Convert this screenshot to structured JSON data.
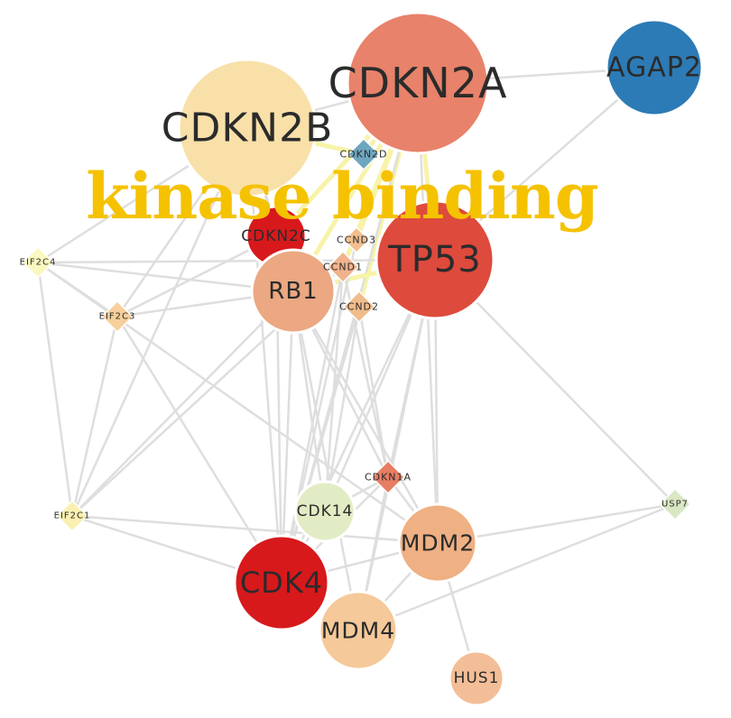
{
  "overlay_title": "kinase binding",
  "colors": {
    "edge": "#dedede",
    "highlight_edge": "#f7f3a8",
    "node_stroke": "#ffffff"
  },
  "nodes": [
    {
      "id": "CDKN2A",
      "label": "CDKN2A",
      "shape": "circle",
      "color": "#e8826a"
    },
    {
      "id": "CDKN2B",
      "label": "CDKN2B",
      "shape": "circle",
      "color": "#f8e0a8"
    },
    {
      "id": "AGAP2",
      "label": "AGAP2",
      "shape": "circle",
      "color": "#2c7bb6"
    },
    {
      "id": "CDKN2D",
      "label": "CDKN2D",
      "shape": "diamond",
      "color": "#6da6bf"
    },
    {
      "id": "CDKN2C",
      "label": "CDKN2C",
      "shape": "circle",
      "color": "#d7191c"
    },
    {
      "id": "TP53",
      "label": "TP53",
      "shape": "circle",
      "color": "#de4a3c"
    },
    {
      "id": "RB1",
      "label": "RB1",
      "shape": "circle",
      "color": "#eba882"
    },
    {
      "id": "CCND3",
      "label": "CCND3",
      "shape": "diamond",
      "color": "#f2c08f"
    },
    {
      "id": "CCND1",
      "label": "CCND1",
      "shape": "diamond",
      "color": "#f0b38d"
    },
    {
      "id": "CCND2",
      "label": "CCND2",
      "shape": "diamond",
      "color": "#f0bc8c"
    },
    {
      "id": "EIF2C4",
      "label": "EIF2C4",
      "shape": "diamond",
      "color": "#fbf7c0"
    },
    {
      "id": "EIF2C3",
      "label": "EIF2C3",
      "shape": "diamond",
      "color": "#f6cf9b"
    },
    {
      "id": "EIF2C1",
      "label": "EIF2C1",
      "shape": "diamond",
      "color": "#fbf0b2"
    },
    {
      "id": "CDKN1A",
      "label": "CDKN1A",
      "shape": "diamond",
      "color": "#e77d63"
    },
    {
      "id": "USP7",
      "label": "USP7",
      "shape": "diamond",
      "color": "#d9e7c5"
    },
    {
      "id": "CDK14",
      "label": "CDK14",
      "shape": "circle",
      "color": "#e2ecc4"
    },
    {
      "id": "MDM2",
      "label": "MDM2",
      "shape": "circle",
      "color": "#efb083"
    },
    {
      "id": "CDK4",
      "label": "CDK4",
      "shape": "circle",
      "color": "#d7191c"
    },
    {
      "id": "MDM4",
      "label": "MDM4",
      "shape": "circle",
      "color": "#f5c999"
    },
    {
      "id": "HUS1",
      "label": "HUS1",
      "shape": "circle",
      "color": "#f3be97"
    }
  ]
}
